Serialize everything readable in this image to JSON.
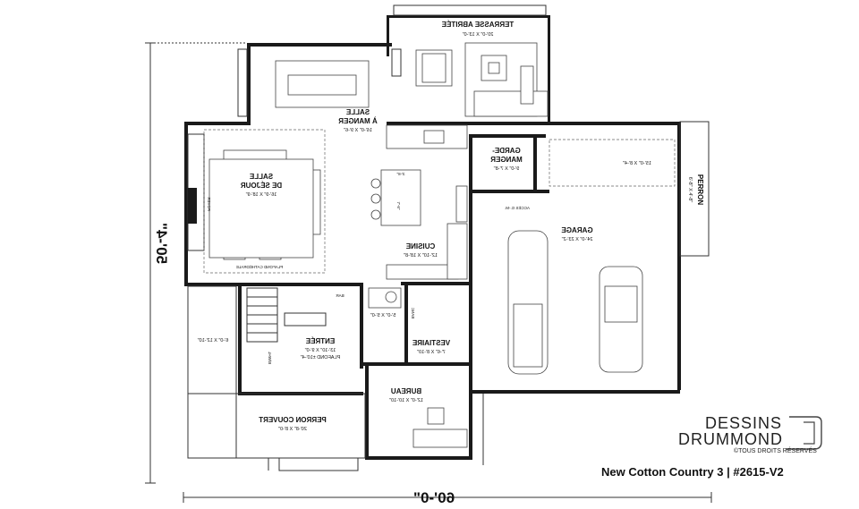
{
  "rooms": {
    "terrasse": {
      "name": "TERRASSE ABRITÉE",
      "dims": "20'-0\" X 13'-0\""
    },
    "salle_manger": {
      "name1": "SALLE",
      "name2": "À MANGER",
      "dims": "16'-0\" X 9'-6\""
    },
    "salle_sejour": {
      "name1": "SALLE",
      "name2": "DE SÉJOUR",
      "dims": "16'-9\" X 18'-9\""
    },
    "cuisine": {
      "name": "CUISINE",
      "dims": "12'-10\" X 18'-8\""
    },
    "garde_manger": {
      "name1": "GARDE-",
      "name2": "MANGER",
      "dims": "9'-0\" X 7'-8\""
    },
    "garage": {
      "name": "GARAGE",
      "dims": "24'-0\" X 23'-2\""
    },
    "perron_garage": {
      "name": "PERRON",
      "dims": "6'-8\" X 4'-8\""
    },
    "garage_storage": {
      "dims": "15'-0\" X 8'-4\""
    },
    "entree": {
      "name": "ENTRÉE",
      "dims": "13'-10\" X 9'-0\"",
      "note": "PLAFOND ±10'-4\""
    },
    "salle_bain": {
      "dims": "5'-0\" X 5'-0\""
    },
    "vestiaire": {
      "name": "VESTIAIRE",
      "dims": "7'-6\" X 8'-10\""
    },
    "bureau": {
      "name": "BUREAU",
      "dims": "12'-0\" X 10'-10\""
    },
    "perron_couvert": {
      "name": "PERRON COUVERT",
      "dims": "20'-8\" X 8'-0\""
    },
    "porch_side": {
      "dims": "6'-0\" X 12'-10\""
    }
  },
  "labels": {
    "foyer": "FOYER",
    "plafond_cathedrale": "PLAFOND CATHÉDRALE",
    "acces_gm": "ACCÈS G.-M.",
    "bar": "BAR",
    "bwhl": "B/WHL",
    "banc": "BANC",
    "kitchen_dim_a": "3'-8\"",
    "kitchen_dim_b": "7'-6\""
  },
  "dimensions": {
    "width": "60'-0\"",
    "depth": "50'-4\""
  },
  "brand": {
    "line1": "DESSINS",
    "line2": "DRUMMOND",
    "rights": "©TOUS DROITS RÉSERVÉS"
  },
  "caption": "New Cotton Country 3 | #2615-V2"
}
